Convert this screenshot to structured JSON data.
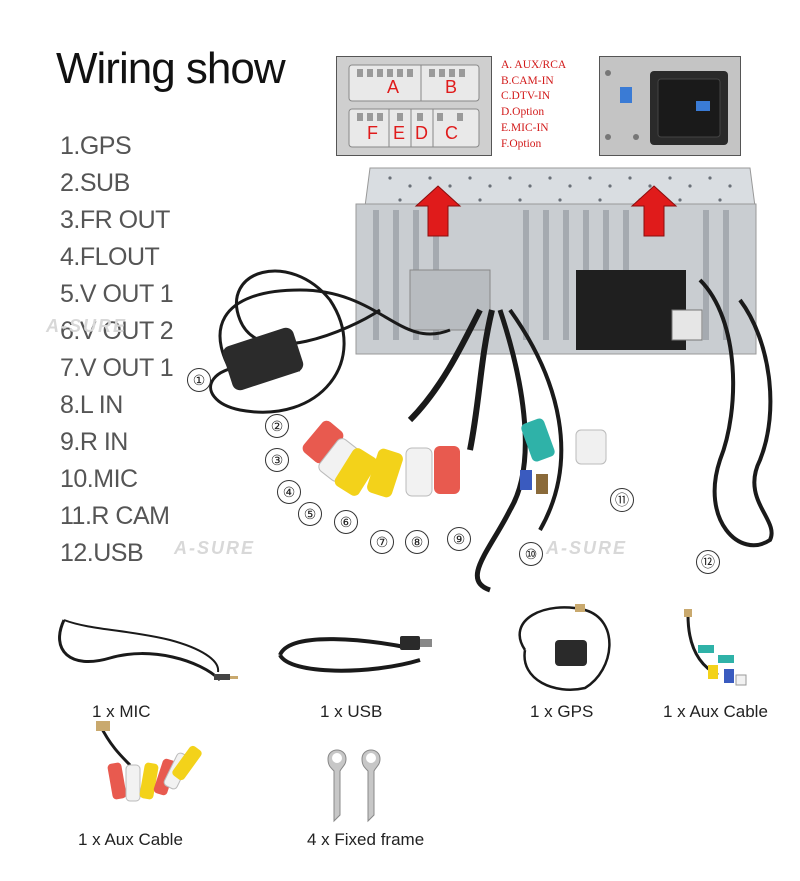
{
  "title": "Wiring show",
  "wiring_list": [
    "1.GPS",
    "2.SUB",
    "3.FR OUT",
    "4.FLOUT",
    "5.V OUT 1",
    "6.V OUT 2",
    "7.V OUT 1",
    "8.L IN",
    "9.R IN",
    "10.MIC",
    "11.R CAM",
    "12.USB"
  ],
  "connector_labels": {
    "a": "A",
    "b": "B",
    "c": "C",
    "d": "D",
    "e": "E",
    "f": "F"
  },
  "legend": [
    "A. AUX/RCA",
    "B.CAM-IN",
    "C.DTV-IN",
    "D.Option",
    "E.MIC-IN",
    "F.Option"
  ],
  "callouts": [
    "①",
    "②",
    "③",
    "④",
    "⑤",
    "⑥",
    "⑦",
    "⑧",
    "⑨",
    "⑩",
    "⑪",
    "⑫"
  ],
  "watermark": "A-SURE",
  "accessories": [
    {
      "label": "1 x MIC"
    },
    {
      "label": "1 x USB"
    },
    {
      "label": "1 x GPS"
    },
    {
      "label": "1 x Aux Cable"
    },
    {
      "label": "1 x Aux Cable"
    },
    {
      "label": "4 x Fixed frame"
    }
  ],
  "colors": {
    "legend_red": "#d21a1a",
    "arrow_red": "#e01b1b",
    "rca_red": "#e85a4f",
    "rca_white": "#f2f2f2",
    "rca_yellow": "#f3d21a",
    "teal": "#2fb2a8",
    "cable": "#1a1a1a"
  }
}
